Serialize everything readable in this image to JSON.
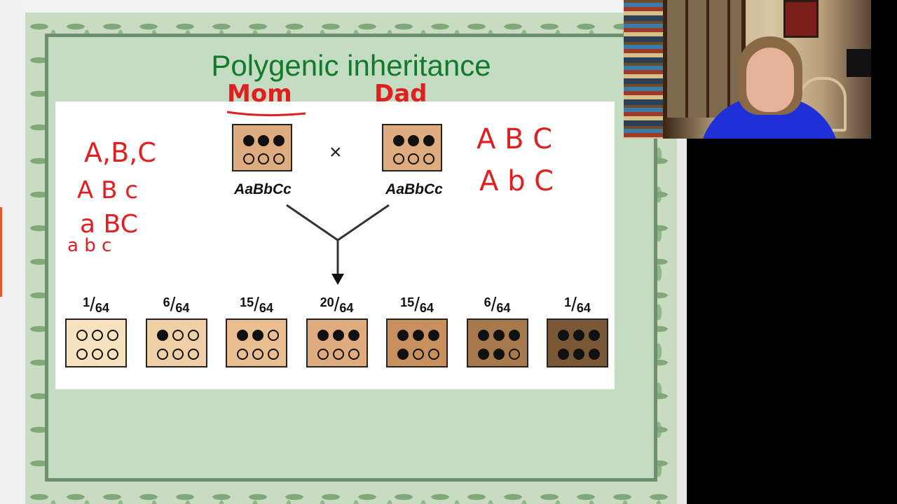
{
  "slide": {
    "title": "Polygenic inheritance",
    "parents": [
      {
        "role": "Mom",
        "genotype": "AaBbCc"
      },
      {
        "role": "Dad",
        "genotype": "AaBbCc"
      }
    ],
    "cross_symbol": "×",
    "offspring": [
      {
        "numerator": "1",
        "denominator": "64",
        "dark_alleles": 0,
        "color": "#f6e2bf"
      },
      {
        "numerator": "6",
        "denominator": "64",
        "dark_alleles": 1,
        "color": "#efcfa6"
      },
      {
        "numerator": "15",
        "denominator": "64",
        "dark_alleles": 2,
        "color": "#e9bf92"
      },
      {
        "numerator": "20",
        "denominator": "64",
        "dark_alleles": 3,
        "color": "#dfac7f"
      },
      {
        "numerator": "15",
        "denominator": "64",
        "dark_alleles": 4,
        "color": "#c9905f"
      },
      {
        "numerator": "6",
        "denominator": "64",
        "dark_alleles": 5,
        "color": "#a77a4e"
      },
      {
        "numerator": "1",
        "denominator": "64",
        "dark_alleles": 6,
        "color": "#7a5735"
      }
    ],
    "annotations": {
      "mom_label": "Mom",
      "dad_label": "Dad",
      "left_gametes": [
        "A,B,C",
        "A B c",
        "a BC",
        "a b c"
      ],
      "right_gametes": [
        "A B C",
        "A b C"
      ]
    }
  },
  "webcam": {
    "icon": "presenter-webcam"
  },
  "colors": {
    "title": "#127a2c",
    "ink": "#e02020",
    "parent_box": "#dfac7f"
  }
}
